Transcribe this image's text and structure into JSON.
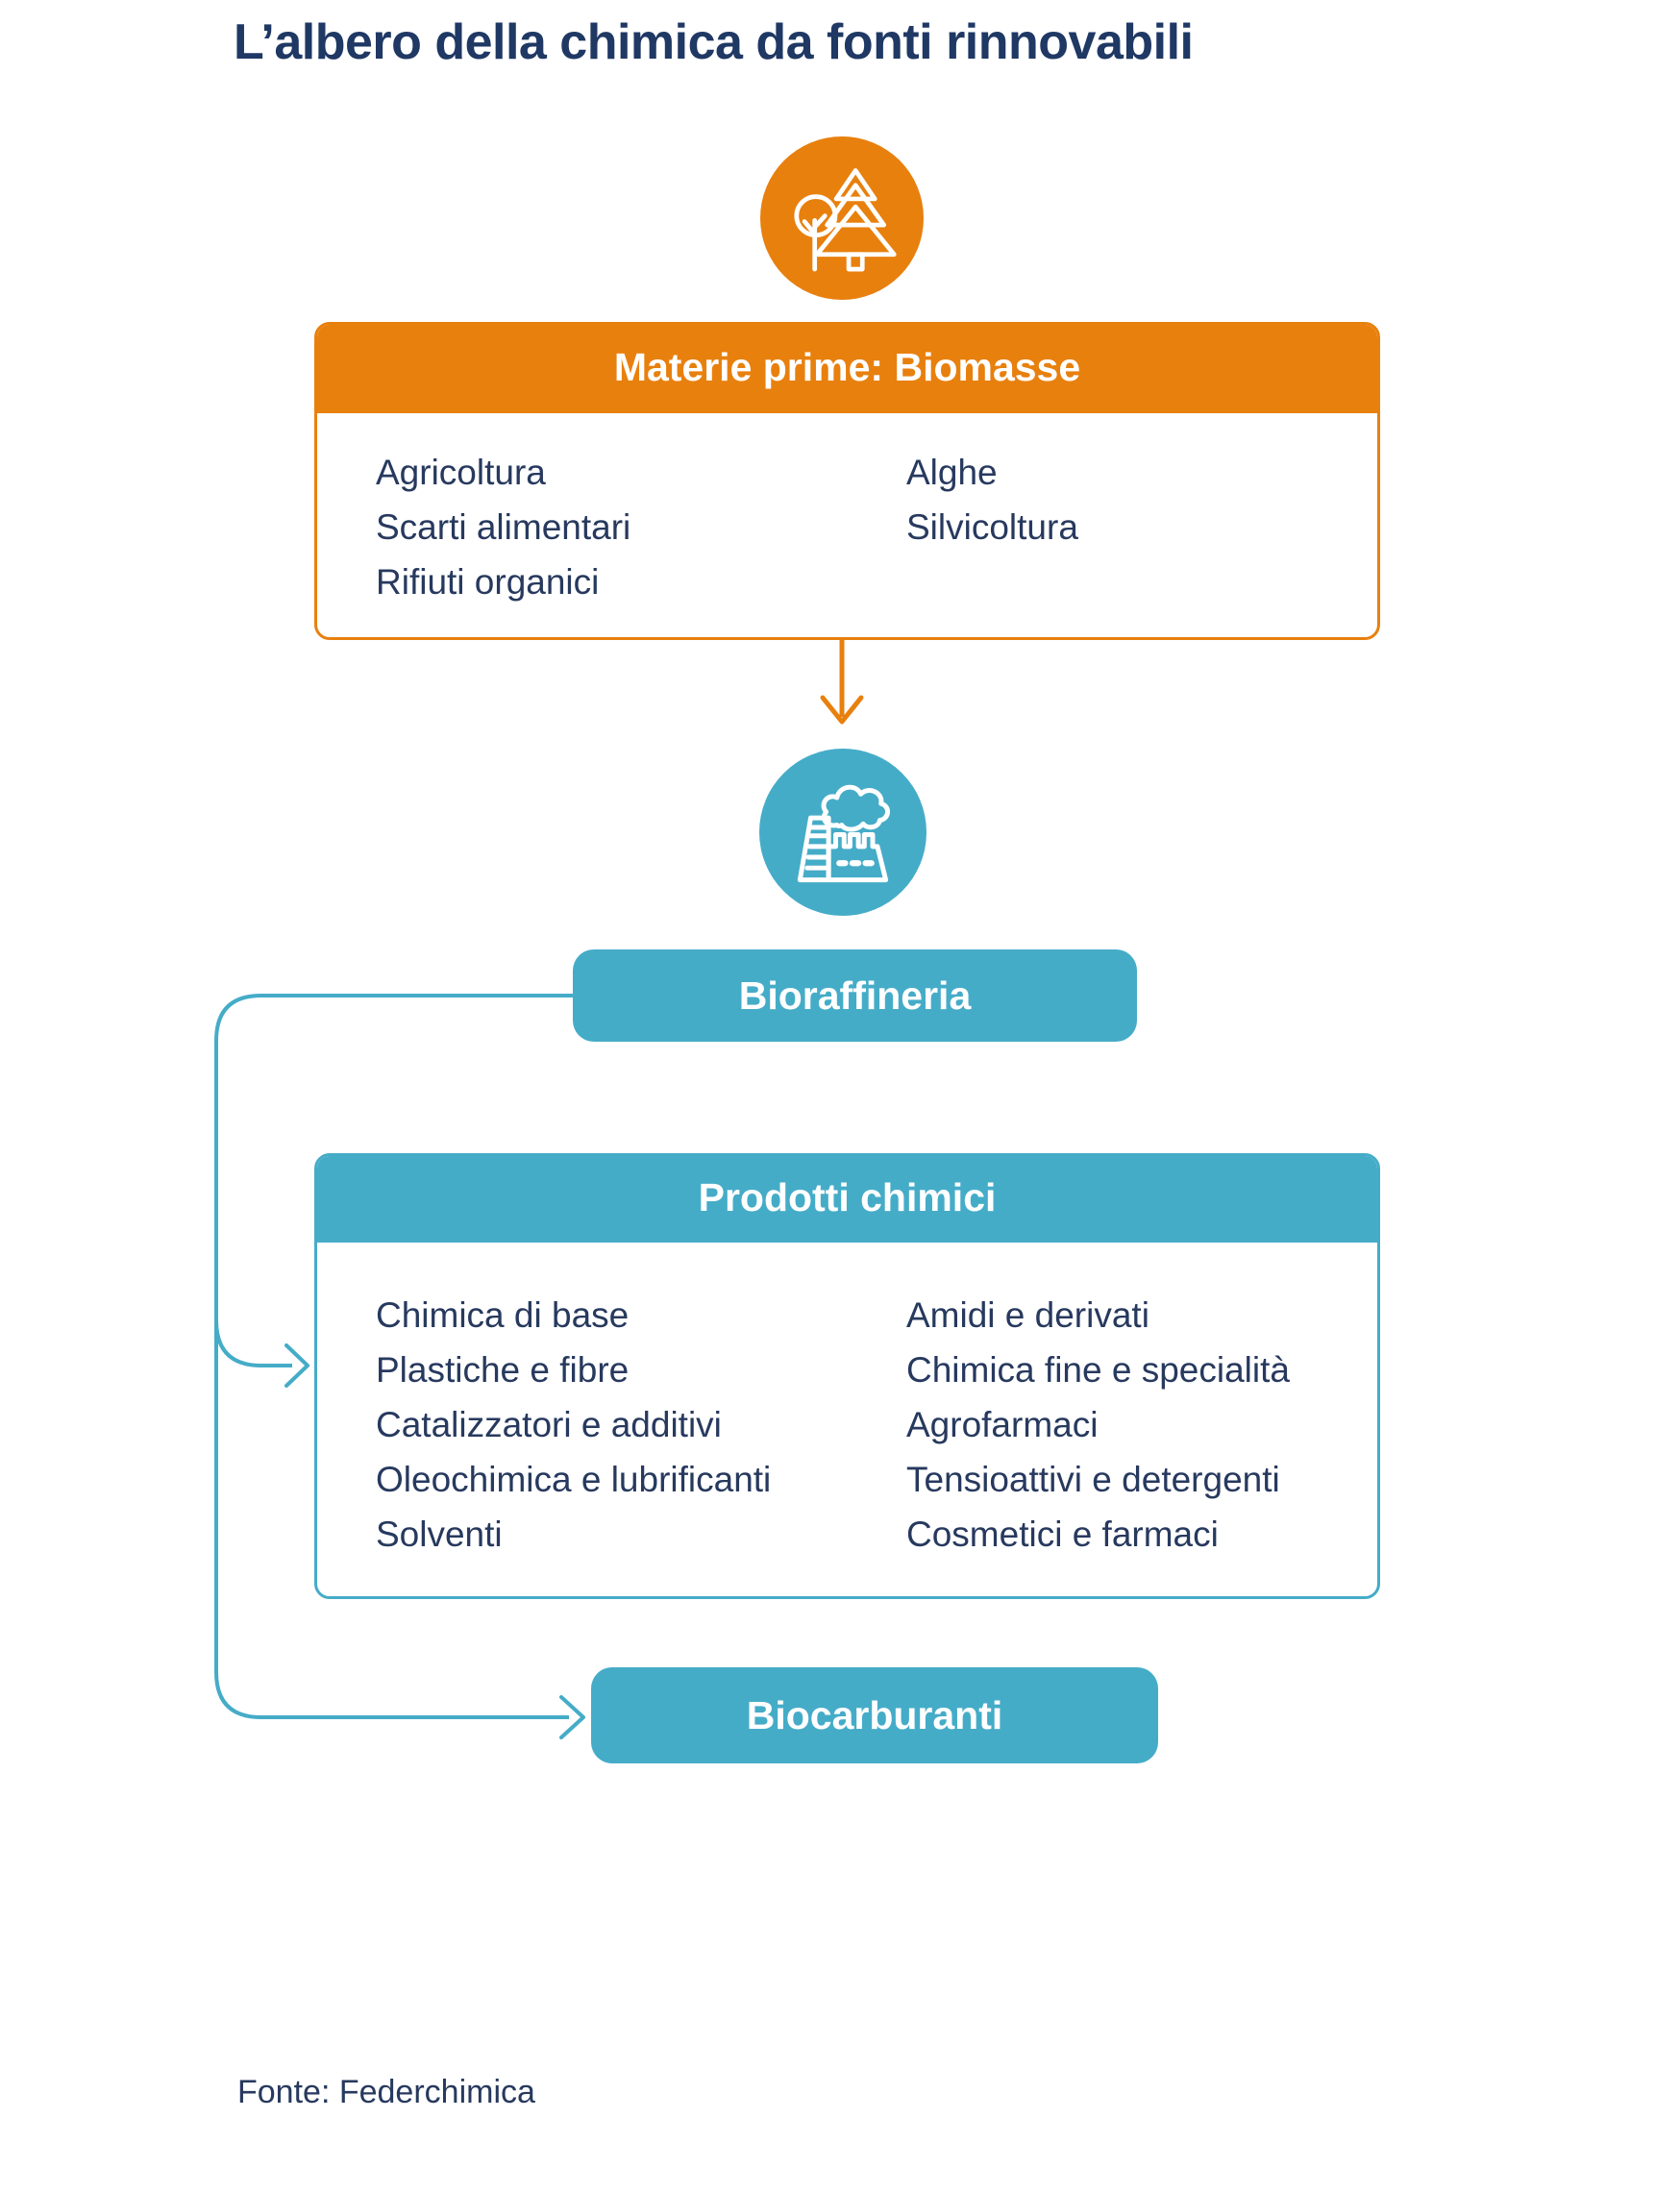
{
  "title": "L’albero della chimica da fonti rinnovabili",
  "colors": {
    "orange": "#E8800E",
    "teal": "#45ACC8",
    "title_navy": "#1F3864",
    "body_navy": "#27395E",
    "white": "#FFFFFF"
  },
  "icons": {
    "biomass": "tree-icon",
    "biorefinery": "factory-icon"
  },
  "biomass_box": {
    "header": "Materie prime: Biomasse",
    "col1": [
      "Agricoltura",
      "Scarti alimentari",
      "Rifiuti organici"
    ],
    "col2": [
      "Alghe",
      "Silvicoltura"
    ]
  },
  "bioraffineria": {
    "label": "Bioraffineria"
  },
  "prodotti_box": {
    "header": "Prodotti chimici",
    "col1": [
      "Chimica di base",
      "Plastiche e fibre",
      "Catalizzatori e additivi",
      "Oleochimica e lubrificanti",
      "Solventi"
    ],
    "col2": [
      "Amidi e derivati",
      "Chimica fine e specialità",
      "Agrofarmaci",
      "Tensioattivi e detergenti",
      "Cosmetici e farmaci"
    ]
  },
  "biocarburanti": {
    "label": "Biocarburanti"
  },
  "source": "Fonte: Federchimica"
}
